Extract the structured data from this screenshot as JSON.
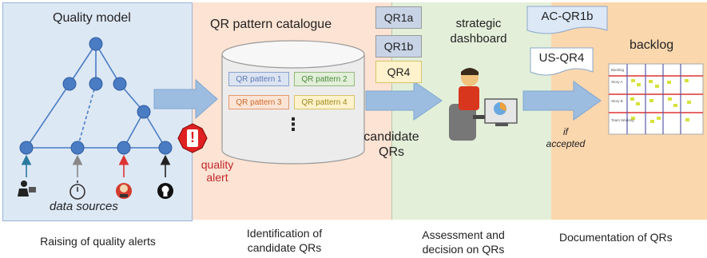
{
  "stages": [
    {
      "title": "Quality model",
      "caption_lines": [
        "Raising of quality alerts"
      ]
    },
    {
      "title": "QR pattern catalogue",
      "caption_lines": [
        "Identification of",
        "candidate QRs"
      ]
    },
    {
      "title": "strategic dashboard",
      "caption_lines": [
        "Assessment and",
        "decision on QRs"
      ]
    },
    {
      "title": "backlog",
      "caption_lines": [
        "Documentation of QRs"
      ]
    }
  ],
  "quality_model": {
    "sources_label": "data sources"
  },
  "alert": {
    "symbol": "!",
    "label_lines": [
      "quality",
      "alert"
    ]
  },
  "patterns": [
    {
      "label": "QR pattern 1",
      "color": "#5b78b5",
      "bg": "#dce4f2"
    },
    {
      "label": "QR pattern 2",
      "color": "#4a8a3a",
      "bg": "#e2efd9"
    },
    {
      "label": "QR pattern 3",
      "color": "#d0682a",
      "bg": "#fbe4d5"
    },
    {
      "label": "QR pattern 4",
      "color": "#a08a1a",
      "bg": "#fff2cc"
    }
  ],
  "catalogue_more": "⋮",
  "candidate_qrs": [
    "QR1a",
    "QR1b",
    "QR4"
  ],
  "candidate_label_lines": [
    "candidate",
    "QRs"
  ],
  "documents": [
    "AC-QR1b",
    "US-QR4"
  ],
  "if_accepted_lines": [
    "if",
    "accepted"
  ],
  "backlog_rows": [
    "Backlog",
    "Story A",
    "Story B",
    "Team Working"
  ],
  "colors": {
    "panel_quality": "#dde8f5",
    "panel_catalogue": "#fde3d3",
    "panel_assessment": "#e3efd9",
    "panel_backlog": "#fbd7ae",
    "node": "#4a7cc4",
    "arrow": "#9cbde0",
    "alert": "#e02020"
  }
}
